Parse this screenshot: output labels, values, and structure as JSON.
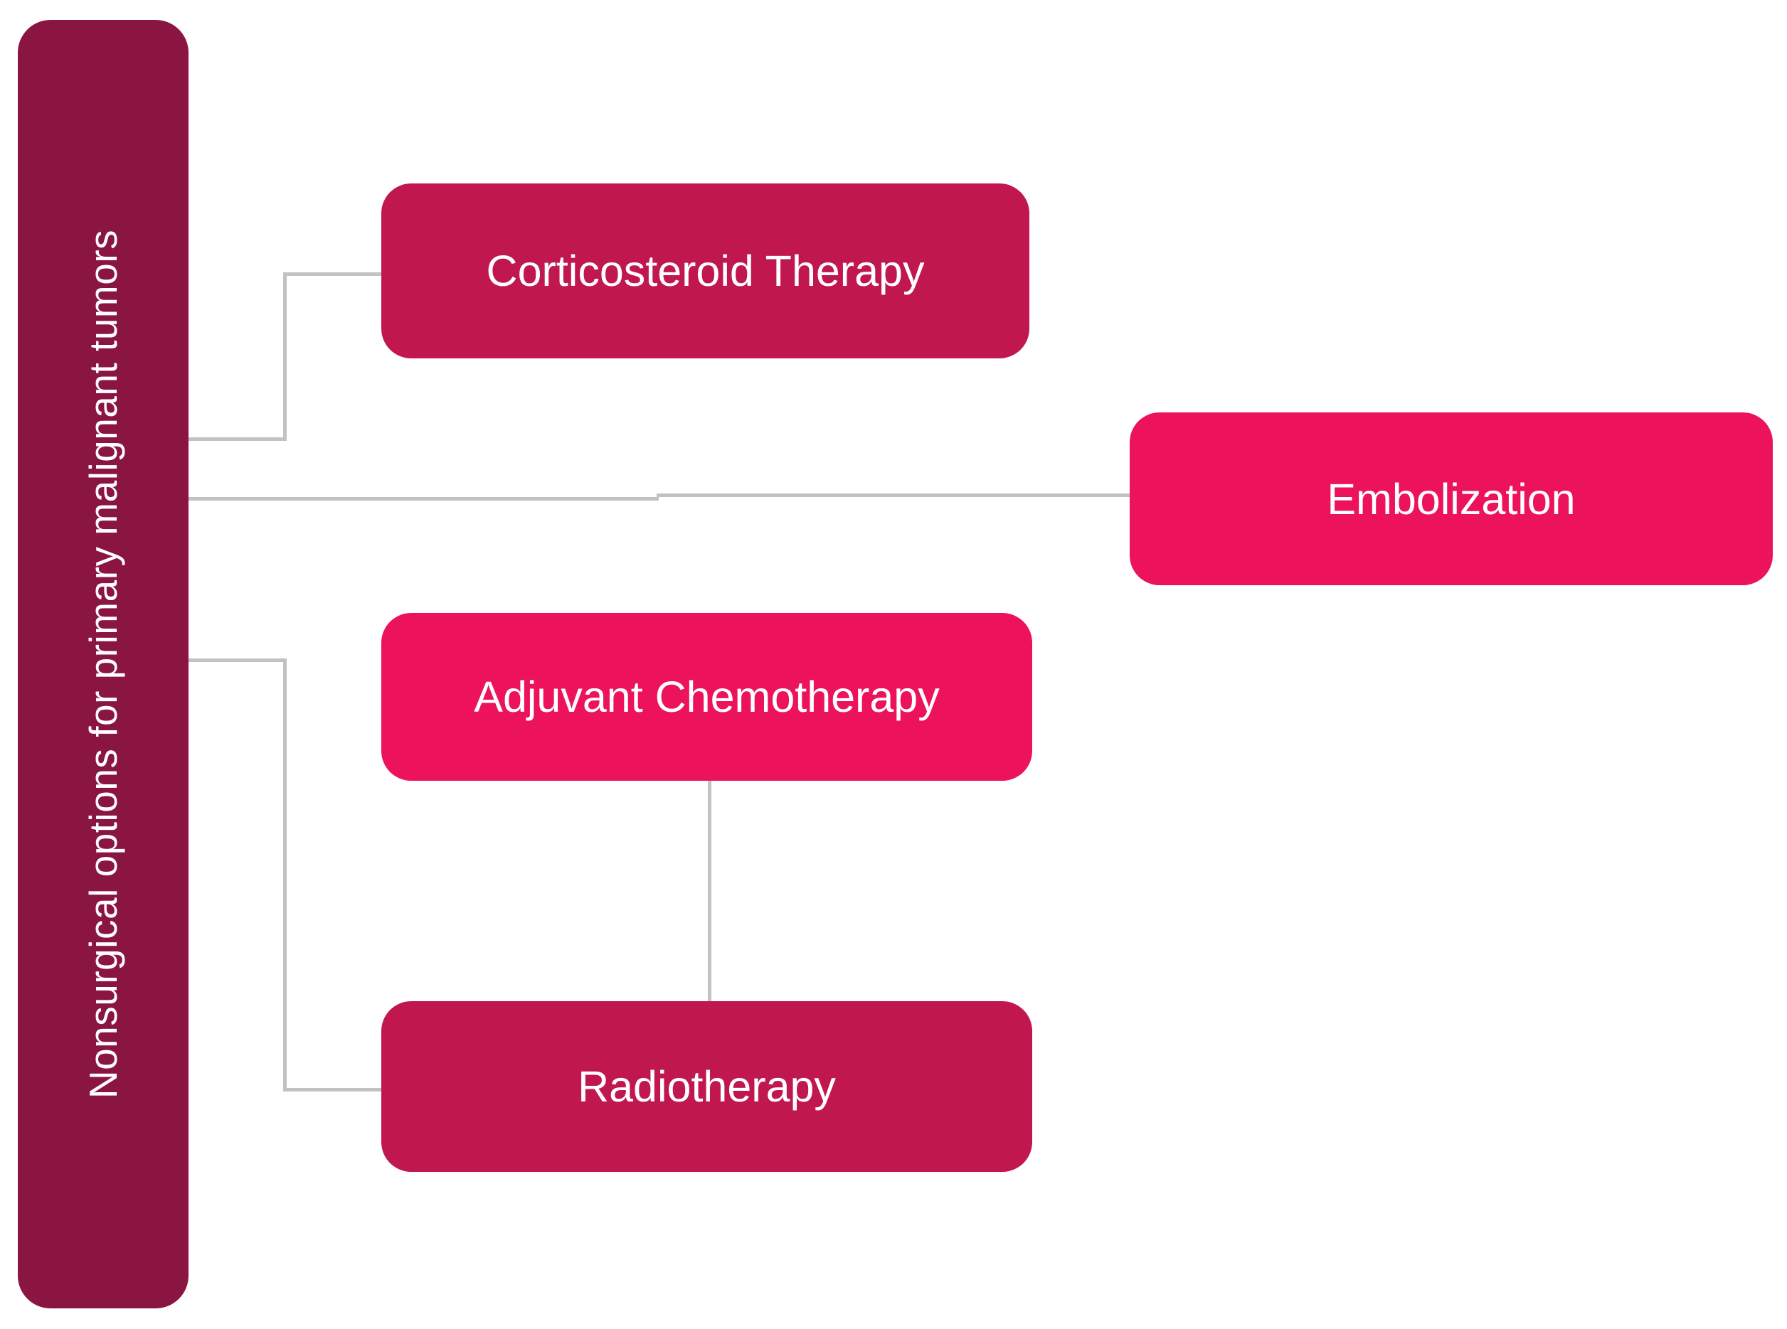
{
  "diagram": {
    "background": "#ffffff",
    "text_color": "#ffffff",
    "connector_color": "#c2c2c2",
    "root": {
      "label": "Nonsurgical options for primary malignant tumors",
      "color": "#8a1541"
    },
    "nodes": [
      {
        "label": "Corticosteroid Therapy",
        "color": "#c1174f"
      },
      {
        "label": "Embolization",
        "color": "#ec125c"
      },
      {
        "label": "Adjuvant Chemotherapy",
        "color": "#ec125c"
      },
      {
        "label": "Radiotherapy",
        "color": "#c1174f"
      }
    ]
  }
}
